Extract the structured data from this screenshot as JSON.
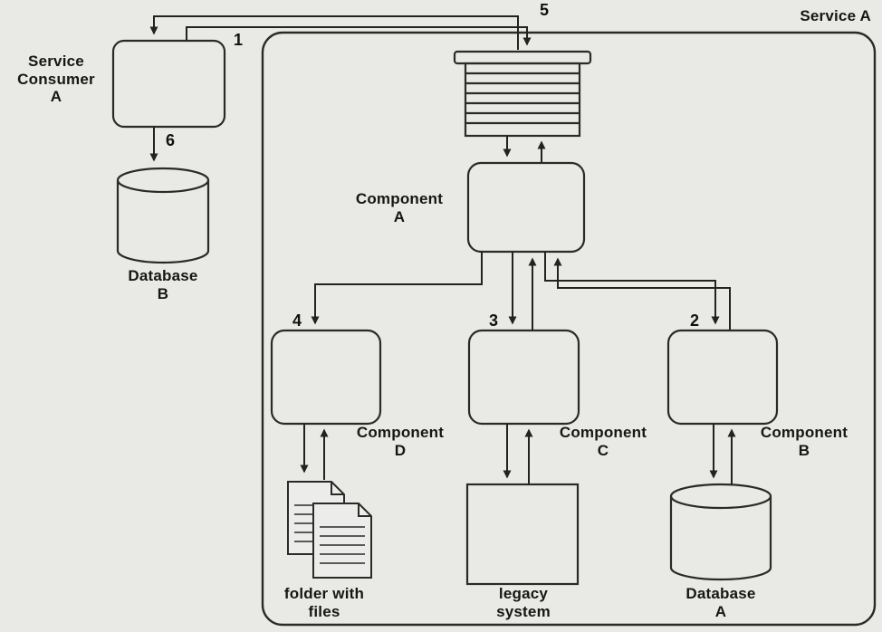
{
  "service_a": "Service A",
  "consumer": [
    "Service",
    "Consumer",
    "A"
  ],
  "database_b": [
    "Database",
    "B"
  ],
  "component_a": [
    "Component",
    "A"
  ],
  "component_d": [
    "Component",
    "D"
  ],
  "component_c": [
    "Component",
    "C"
  ],
  "component_b": [
    "Component",
    "B"
  ],
  "folder": [
    "folder with",
    "files"
  ],
  "legacy": [
    "legacy",
    "system"
  ],
  "database_a": [
    "Database",
    "A"
  ],
  "num": {
    "1": "1",
    "2": "2",
    "3": "3",
    "4": "4",
    "5": "5",
    "6": "6"
  }
}
